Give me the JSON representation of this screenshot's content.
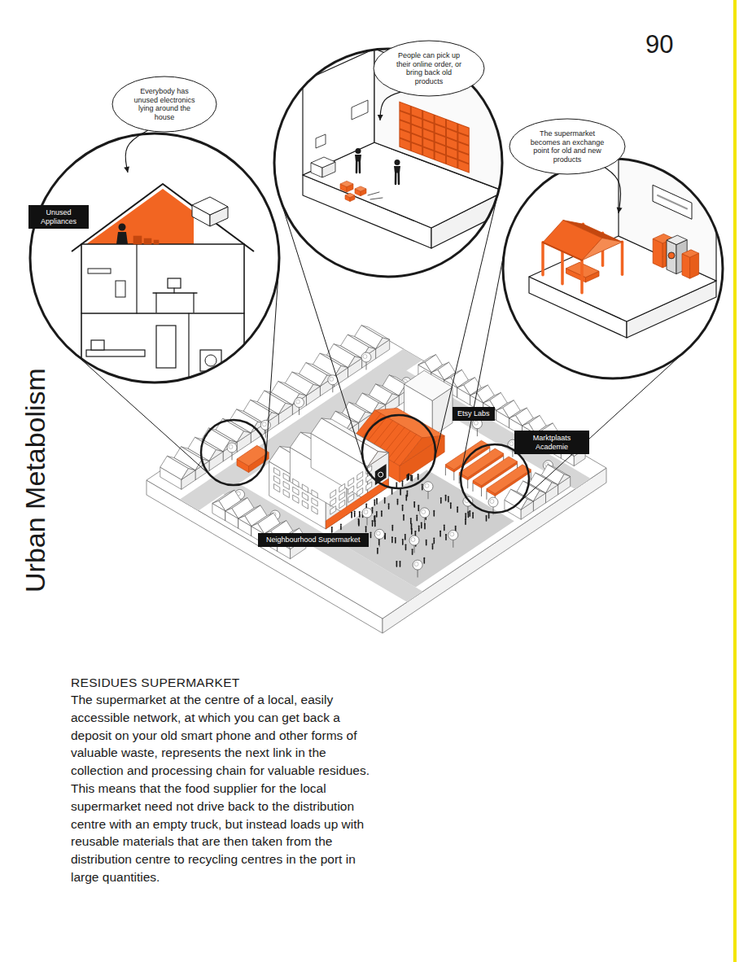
{
  "diagram": {
    "title": "RESIDUES SUPERMARKET",
    "caption": "The supermarket at the centre of a local, easily accessible network, at which you can get back a deposit on your old smart phone and other forms of valuable waste, represents the next link in the collection and processing chain for valuable residues. This means that the food supplier for the local supermarket need not drive back to the distribution centre with an empty truck, but instead loads up with reusable materials that are then taken from the distribution centre to recycling centres in the port in large quantities.",
    "nodes": [
      {
        "text": [
          "Everybody has unused electronics lying around the house"
        ]
      },
      {
        "text": [
          "People can pick up their online order, or bring back old products"
        ]
      },
      {
        "text": [
          "The supermarket becomes an exchange point for old and new products"
        ]
      },
      {
        "text": [
          "Unused Appliances"
        ]
      },
      {
        "text": [
          "Etsy Labs"
        ]
      },
      {
        "text": [
          "Marktplaats Academie"
        ]
      },
      {
        "text": [
          "Neighbourhood Supermarket"
        ]
      }
    ],
    "labels": [
      "90",
      "Urban Metabolism"
    ]
  }
}
